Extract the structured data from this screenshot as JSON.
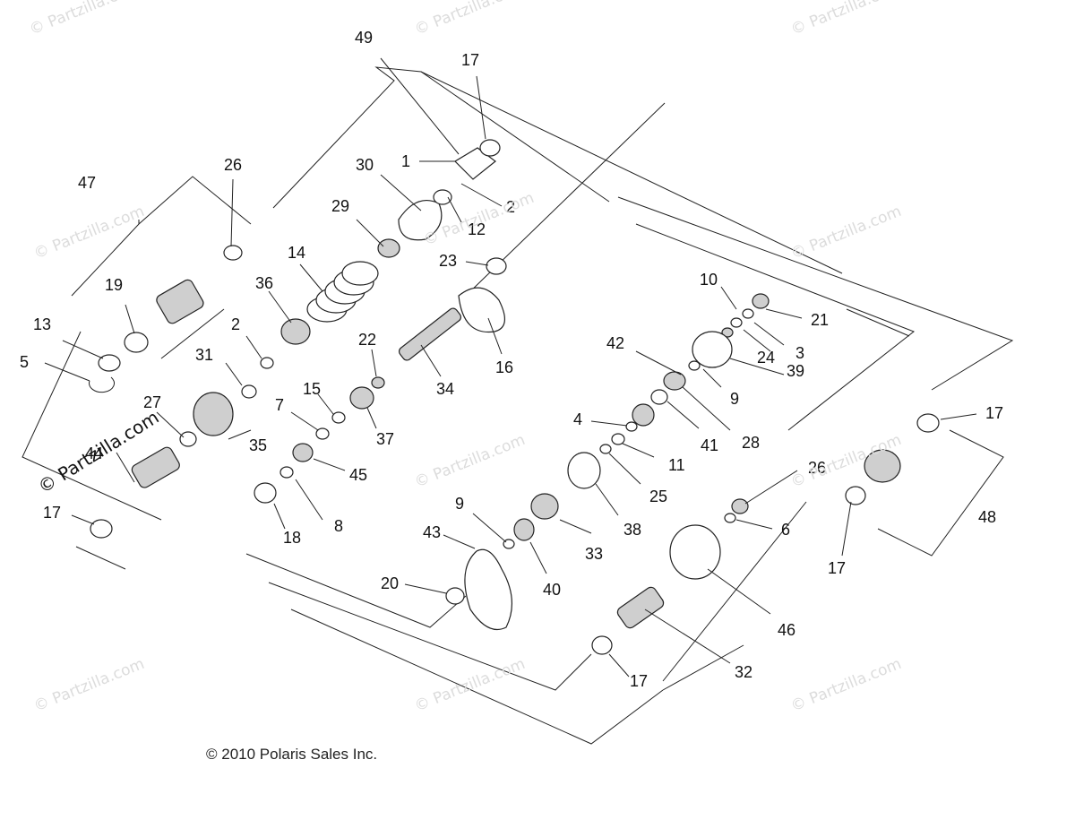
{
  "copyright": "© 2010 Polaris Sales Inc.",
  "watermark": "© Partzilla.com",
  "callouts": [
    "49",
    "17",
    "1",
    "30",
    "2",
    "12",
    "29",
    "26",
    "47",
    "14",
    "23",
    "19",
    "36",
    "13",
    "2",
    "5",
    "31",
    "22",
    "34",
    "16",
    "15",
    "27",
    "7",
    "37",
    "35",
    "44",
    "45",
    "17",
    "18",
    "8",
    "10",
    "21",
    "3",
    "24",
    "39",
    "42",
    "9",
    "28",
    "4",
    "41",
    "11",
    "25",
    "38",
    "17",
    "26",
    "6",
    "48",
    "17",
    "9",
    "43",
    "33",
    "40",
    "20",
    "46",
    "32",
    "17"
  ]
}
